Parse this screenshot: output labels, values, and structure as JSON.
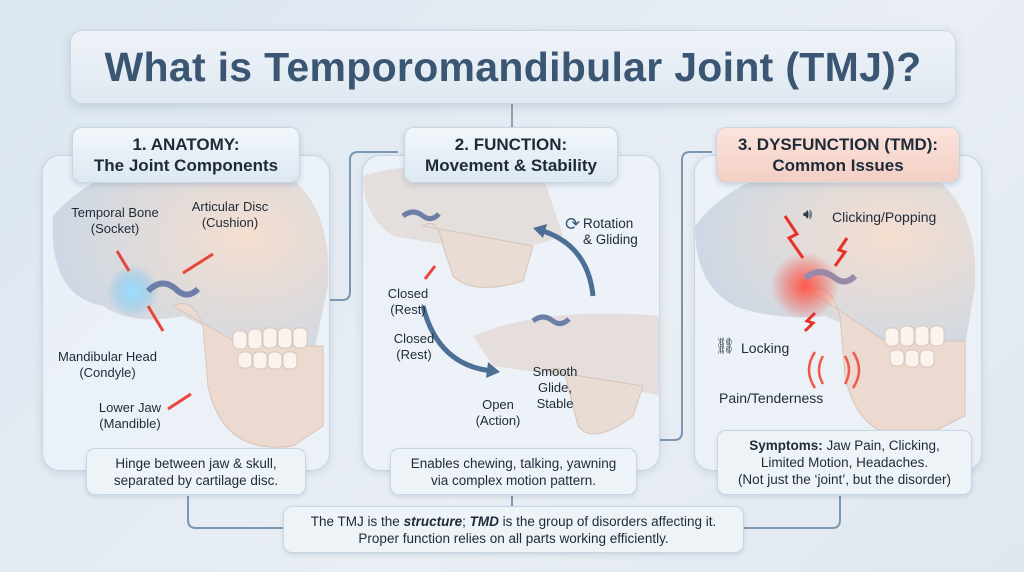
{
  "title": "What is Temporomandibular Joint (TMJ)?",
  "panels": [
    {
      "heading1": "1. ANATOMY:",
      "heading2": "The Joint Components",
      "labels": {
        "temporal": "Temporal Bone",
        "temporal_sub": "(Socket)",
        "disc": "Articular Disc",
        "disc_sub": "(Cushion)",
        "head": "Mandibular Head",
        "head_sub": "(Condyle)",
        "jaw": "Lower Jaw",
        "jaw_sub": "(Mandible)"
      },
      "caption1": "Hinge between jaw & skull,",
      "caption2": "separated by cartilage disc."
    },
    {
      "heading1": "2. FUNCTION:",
      "heading2": "Movement & Stability",
      "labels": {
        "rotation": "Rotation",
        "rotation_sub": "& Gliding",
        "closed1": "Closed",
        "closed1_sub": "(Rest)",
        "closed2": "Closed",
        "closed2_sub": "(Rest)",
        "smooth1": "Smooth",
        "smooth2": "Glide,",
        "smooth3": "Stable",
        "open": "Open",
        "open_sub": "(Action)"
      },
      "caption1": "Enables chewing, talking, yawning",
      "caption2": "via complex motion pattern."
    },
    {
      "heading1": "3. DYSFUNCTION (TMD):",
      "heading2": "Common Issues",
      "labels": {
        "clicking": "Clicking/Popping",
        "locking": "Locking",
        "pain": "Pain/Tenderness"
      },
      "symptoms_label": "Symptoms:",
      "caption1": " Jaw Pain, Clicking,",
      "caption2": "Limited Motion, Headaches.",
      "caption3": "(Not just the ‘joint’, but the disorder)"
    }
  ],
  "footer": {
    "p1": "The TMJ is the ",
    "structure": "structure",
    "p2": "; ",
    "tmd": "TMD",
    "p3": " is the group of disorders affecting it.",
    "line2": "Proper function relies on all parts working efficiently."
  },
  "colors": {
    "arrow": "#e8463c",
    "blue_glow": "#5ab8f0",
    "red_glow": "#f0403a",
    "line": "#7d97b3"
  }
}
